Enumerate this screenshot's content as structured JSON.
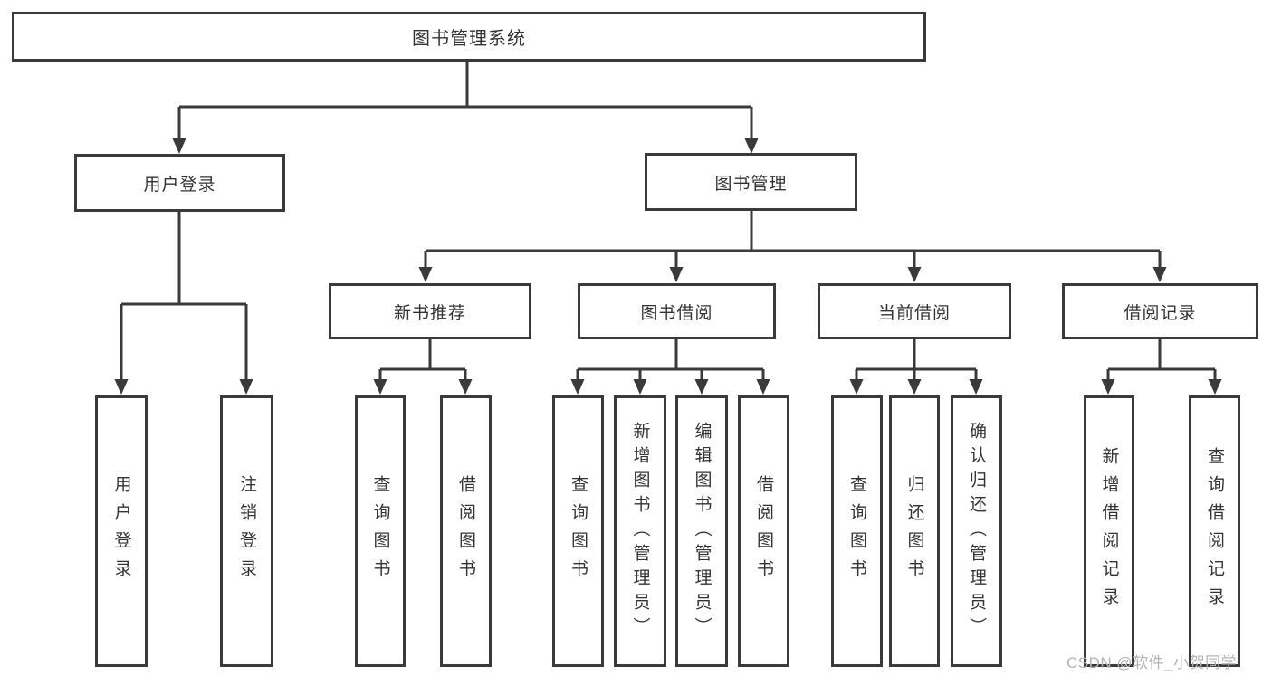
{
  "diagram": {
    "root": {
      "label": "图书管理系统"
    },
    "level2": [
      {
        "label": "用户登录"
      },
      {
        "label": "图书管理"
      }
    ],
    "level3": [
      {
        "label": "新书推荐"
      },
      {
        "label": "图书借阅"
      },
      {
        "label": "当前借阅"
      },
      {
        "label": "借阅记录"
      }
    ],
    "leaves": [
      {
        "label": "用户登录"
      },
      {
        "label": "注销登录"
      },
      {
        "label": "查询图书"
      },
      {
        "label": "借阅图书"
      },
      {
        "label": "查询图书"
      },
      {
        "label": "新增图书（管理员）"
      },
      {
        "label": "编辑图书（管理员）"
      },
      {
        "label": "借阅图书"
      },
      {
        "label": "查询图书"
      },
      {
        "label": "归还图书"
      },
      {
        "label": "确认归还（管理员）"
      },
      {
        "label": "新增借阅记录"
      },
      {
        "label": "查询借阅记录"
      }
    ],
    "colors": {
      "line": "#3a3a3a",
      "text": "#333333",
      "watermark": "#b3b3b3",
      "background": "#ffffff"
    }
  },
  "watermark": {
    "text": "CSDN @软件_小贺同学"
  }
}
